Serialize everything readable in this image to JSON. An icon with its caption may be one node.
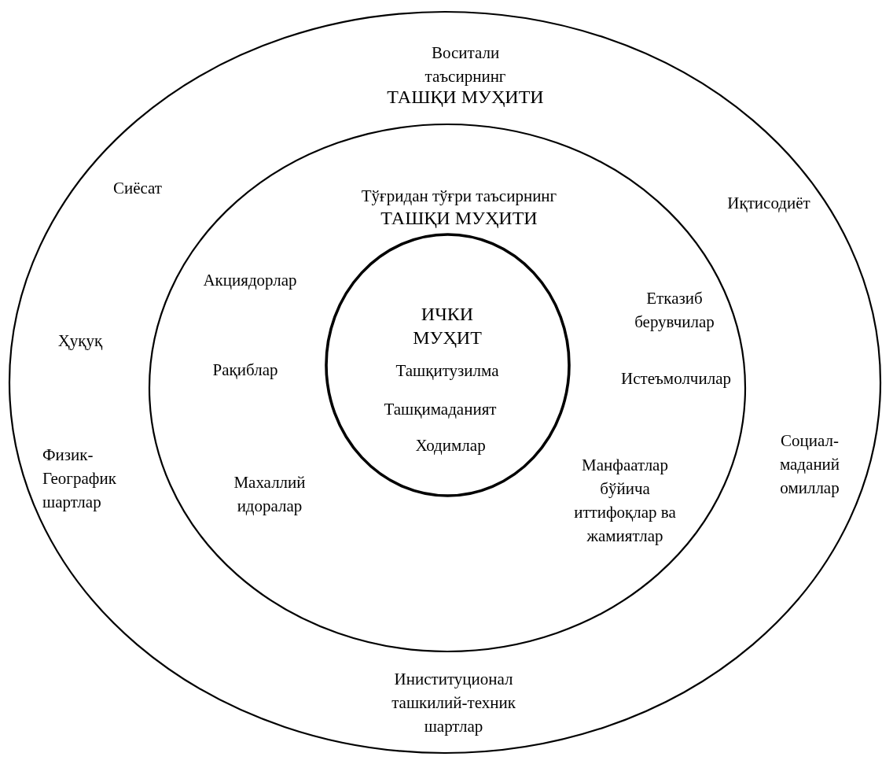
{
  "diagram": {
    "nodes": [
      {
        "text": [
          "Воситали таъсирнинг",
          "ТАШҚИ МУҲИТИ",
          "Сиёсат",
          "Иқтисодиёт",
          "Ҳуқуқ",
          "Физик-Географик шартлар",
          "Социал-маданий омиллар",
          "Иниституционал ташкилий-техник шартлар"
        ]
      },
      {
        "text": [
          "Тўғридан тўғри таъсирнинг",
          "ТАШҚИ МУҲИТИ",
          "Акциядорлар",
          "Етказиб берувчилар",
          "Рақиблар",
          "Истеъмолчилар",
          "Махаллий идоралар",
          "Манфаатлар бўйича иттифоқлар ва жамиятлар"
        ],
        "in": 0
      },
      {
        "text": [
          "ИЧКИ МУҲИТ",
          "Ташқитузилма",
          "Ташқимаданият",
          "Ходимлар"
        ],
        "in": 1
      }
    ]
  }
}
